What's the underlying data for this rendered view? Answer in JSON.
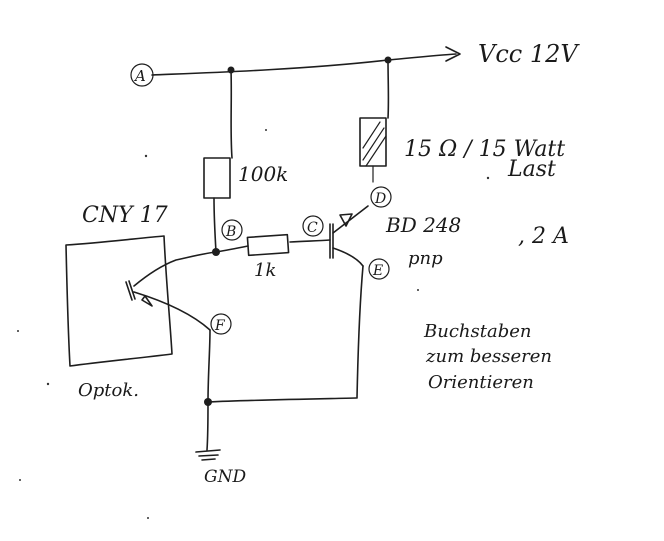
{
  "supply": {
    "label": "Vcc 12V"
  },
  "nodes": {
    "a": "A",
    "b": "B",
    "c": "C",
    "d": "D",
    "e": "E",
    "f": "F"
  },
  "components": {
    "pullup_resistor": "100k",
    "base_resistor": "1k",
    "optocoupler_part": "CNY 17",
    "optocoupler_label": "Optok.",
    "transistor_part": "BD 248",
    "transistor_type": "pnp",
    "transistor_current": ", 2 A",
    "load_power": "15 Ω / 15 Watt",
    "load_label": "Last",
    "ground": "GND"
  },
  "note": {
    "line1": "Buchstaben",
    "line2": "zum besseren",
    "line3": "Orientieren"
  },
  "colors": {
    "ink": "#1e1e1e",
    "paper": "#ffffff"
  }
}
